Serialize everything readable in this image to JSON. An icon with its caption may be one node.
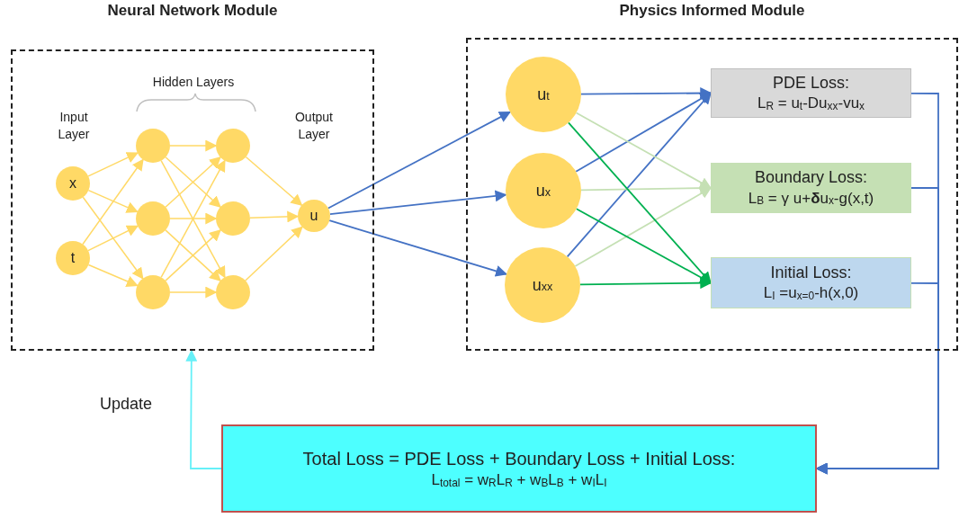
{
  "diagram": {
    "nodes": [
      {
        "text": [
          "Neural Network Module"
        ]
      },
      {
        "text": [
          "x"
        ],
        "in": 0
      },
      {
        "text": [
          "t"
        ],
        "in": 0
      },
      {
        "text": [],
        "shape": "circle",
        "in": 0
      },
      {
        "text": [],
        "shape": "circle",
        "in": 0
      },
      {
        "text": [],
        "shape": "circle",
        "in": 0
      },
      {
        "text": [],
        "shape": "circle",
        "in": 0
      },
      {
        "text": [],
        "shape": "circle",
        "in": 0
      },
      {
        "text": [],
        "shape": "circle",
        "in": 0
      },
      {
        "text": [
          "u"
        ],
        "in": 0
      },
      {
        "text": [
          "Physics Informed Module"
        ]
      },
      {
        "text": [
          "u$_{t}$"
        ],
        "in": 10
      },
      {
        "text": [
          "u$_{x}$"
        ],
        "in": 10
      },
      {
        "text": [
          "u$_{xx}$"
        ],
        "in": 10
      },
      {
        "text": [
          "PDE Loss:",
          "L$_{R}$ = u$_{t}$-Du$_{xx}$-vu$_{x}$"
        ],
        "in": 10
      },
      {
        "text": [
          "Boundary Loss:",
          "L$_{B}$ = γ u+**δ**u$_{x}$-g(x,t)"
        ],
        "in": 10
      },
      {
        "text": [
          "Initial Loss:",
          "L$_{I}$ =u$_{x=0}$-h(x,0)"
        ],
        "in": 10
      },
      {
        "text": [
          "Total Loss = PDE Loss + Boundary Loss + Initial Loss:",
          "L$_{total}$ = w$_{R}$L$_{R}$ + w$_{B}$L$_{B}$ + w$_{I}$L$_{I}$"
        ]
      }
    ],
    "edges": [
      {
        "from": 1,
        "to": 3,
        "arrow": "to"
      },
      {
        "from": 1,
        "to": 4,
        "arrow": "to"
      },
      {
        "from": 1,
        "to": 5,
        "arrow": "to"
      },
      {
        "from": 2,
        "to": 3,
        "arrow": "to"
      },
      {
        "from": 2,
        "to": 4,
        "arrow": "to"
      },
      {
        "from": 2,
        "to": 5,
        "arrow": "to"
      },
      {
        "from": 3,
        "to": 6,
        "arrow": "to"
      },
      {
        "from": 3,
        "to": 7,
        "arrow": "to"
      },
      {
        "from": 3,
        "to": 8,
        "arrow": "to"
      },
      {
        "from": 4,
        "to": 6,
        "arrow": "to"
      },
      {
        "from": 4,
        "to": 7,
        "arrow": "to"
      },
      {
        "from": 4,
        "to": 8,
        "arrow": "to"
      },
      {
        "from": 5,
        "to": 6,
        "arrow": "to"
      },
      {
        "from": 5,
        "to": 7,
        "arrow": "to"
      },
      {
        "from": 5,
        "to": 8,
        "arrow": "to"
      },
      {
        "from": 6,
        "to": 9,
        "arrow": "to"
      },
      {
        "from": 7,
        "to": 9,
        "arrow": "to"
      },
      {
        "from": 8,
        "to": 9,
        "arrow": "to"
      },
      {
        "from": 9,
        "to": 11,
        "arrow": "to",
        "color": "#4472c4"
      },
      {
        "from": 9,
        "to": 12,
        "arrow": "to",
        "color": "#4472c4"
      },
      {
        "from": 9,
        "to": 13,
        "arrow": "to",
        "color": "#4472c4"
      },
      {
        "from": 11,
        "to": 14,
        "arrow": "to",
        "color": "#4472c4"
      },
      {
        "from": 12,
        "to": 14,
        "arrow": "to",
        "color": "#4472c4"
      },
      {
        "from": 13,
        "to": 14,
        "arrow": "to",
        "color": "#4472c4"
      },
      {
        "from": 11,
        "to": 15,
        "arrow": "to",
        "color": "#c5e0b4"
      },
      {
        "from": 12,
        "to": 15,
        "arrow": "to",
        "color": "#c5e0b4"
      },
      {
        "from": 13,
        "to": 15,
        "arrow": "to",
        "color": "#c5e0b4"
      },
      {
        "from": 11,
        "to": 16,
        "arrow": "to",
        "color": "#00b050"
      },
      {
        "from": 12,
        "to": 16,
        "arrow": "to",
        "color": "#00b050"
      },
      {
        "from": 13,
        "to": 16,
        "arrow": "to",
        "color": "#00b050"
      },
      {
        "from": 14,
        "to": 17,
        "arrow": "to",
        "color": "#4472c4"
      },
      {
        "from": 15,
        "to": 17,
        "arrow": "to",
        "color": "#4472c4"
      },
      {
        "from": 16,
        "to": 17,
        "arrow": "to",
        "color": "#4472c4"
      },
      {
        "from": 17,
        "to": 0,
        "arrow": "to",
        "color": "#66f0f8"
      }
    ],
    "labels": [
      "Hidden Layers",
      "Input Layer",
      "Output Layer",
      "Update"
    ]
  }
}
